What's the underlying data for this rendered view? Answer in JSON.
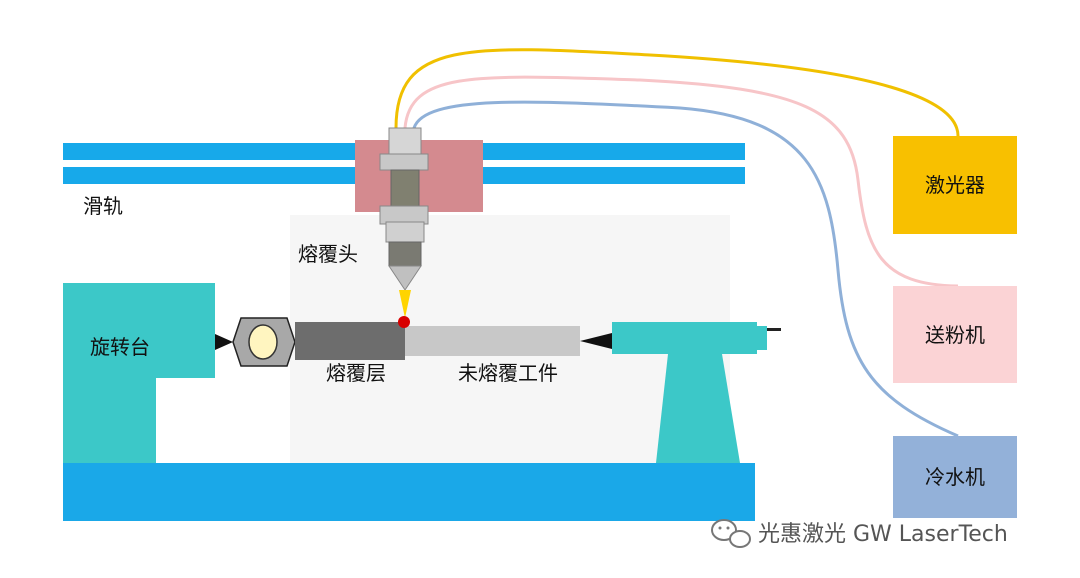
{
  "labels": {
    "rail": "滑轨",
    "cladding_head": "熔覆头",
    "rotary_table": "旋转台",
    "clad_layer": "熔覆层",
    "unclad_workpiece": "未熔覆工件"
  },
  "equipment": {
    "laser": "激光器",
    "powder_feeder": "送粉机",
    "chiller": "冷水机"
  },
  "watermark": "光惠激光 GW LaserTech",
  "colors": {
    "rail": "#17a9ea",
    "base": "#1aa8e8",
    "teal": "#3cc8c8",
    "head_mount": "#d48a8f",
    "laser_box": "#f8c000",
    "laser_cable": "#f0c000",
    "powder_box": "#fbd3d5",
    "powder_cable": "#f7c5c8",
    "chiller_box": "#93b1d9",
    "chiller_cable": "#8fb0d8",
    "clad_layer": "#6d6d6d",
    "workpiece": "#c8c8c8",
    "melt_pool": "#d80000"
  }
}
